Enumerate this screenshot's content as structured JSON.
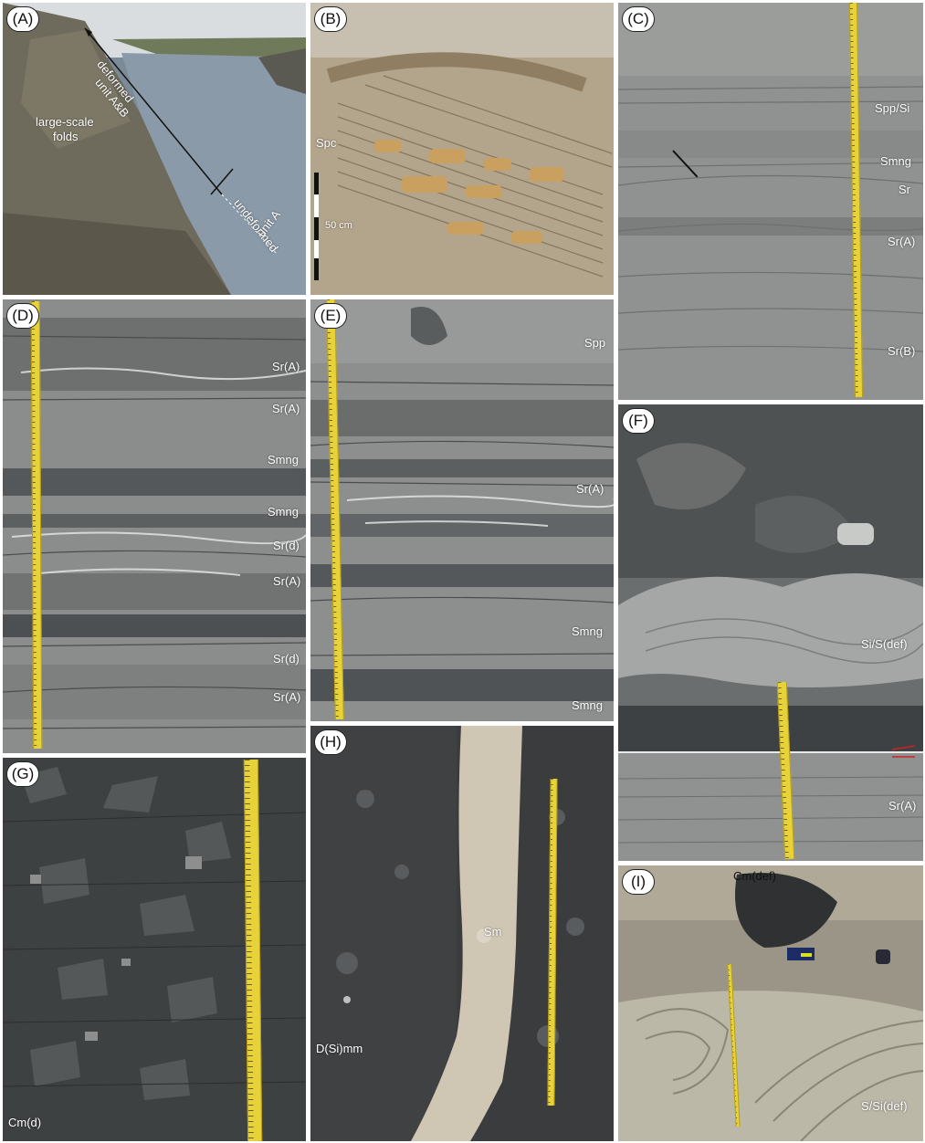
{
  "panels": {
    "A": {
      "label": "(A)",
      "annotations": {
        "deformed": "deformed",
        "unit_ab": "unit  A&B",
        "folds_1": "large-scale",
        "folds_2": "folds",
        "undeformed": "undeformed",
        "unit_a": "unit A"
      }
    },
    "B": {
      "label": "(B)",
      "annotations": {
        "spc": "Spc",
        "scale": "50 cm"
      }
    },
    "C": {
      "label": "(C)",
      "annotations": {
        "spp_si": "Spp/Si",
        "smng": "Smng",
        "sr": "Sr",
        "sr_a": "Sr(A)",
        "sr_b": "Sr(B)"
      }
    },
    "D": {
      "label": "(D)",
      "annotations": {
        "sr_a_1": "Sr(A)",
        "sr_a_2": "Sr(A)",
        "smng_1": "Smng",
        "smng_2": "Smng",
        "sr_d_1": "Sr(d)",
        "sr_a_3": "Sr(A)",
        "sr_d_2": "Sr(d)",
        "sr_a_4": "Sr(A)"
      }
    },
    "E": {
      "label": "(E)",
      "annotations": {
        "spp": "Spp",
        "sr_a": "Sr(A)",
        "smng_1": "Smng",
        "smng_2": "Smng"
      }
    },
    "F": {
      "label": "(F)",
      "annotations": {
        "si_s_def": "Si/S(def)",
        "sr_a": "Sr(A)"
      }
    },
    "G": {
      "label": "(G)",
      "annotations": {
        "cm_d": "Cm(d)"
      }
    },
    "H": {
      "label": "(H)",
      "annotations": {
        "sm": "Sm",
        "dsimm": "D(Si)mm"
      }
    },
    "I": {
      "label": "(I)",
      "annotations": {
        "cm_def": "Cm(def)",
        "s_si_def": "S/Si(def)"
      }
    }
  },
  "colors": {
    "tape": "#e8d23a",
    "annotation_text": "#ffffff",
    "label_bg": "#ffffff",
    "arrow": "#cc2222"
  }
}
